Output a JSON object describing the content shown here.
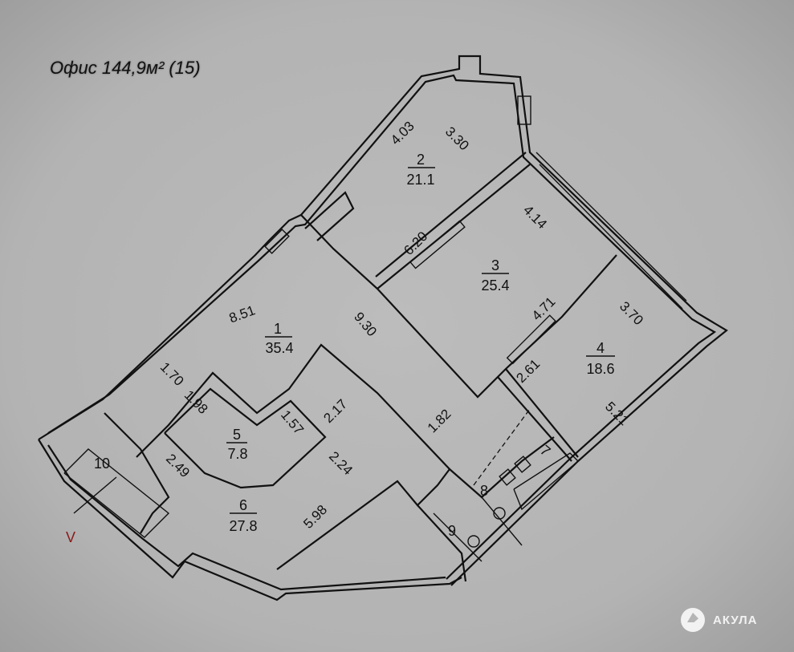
{
  "title": "Офис 144,9м² (15)",
  "brand": "АКУЛА",
  "entrance_mark": "V",
  "rooms": [
    {
      "number": "1",
      "area": "35.4"
    },
    {
      "number": "2",
      "area": "21.1"
    },
    {
      "number": "3",
      "area": "25.4"
    },
    {
      "number": "4",
      "area": "18.6"
    },
    {
      "number": "5",
      "area": "7.8"
    },
    {
      "number": "6",
      "area": "27.8"
    },
    {
      "number": "7",
      "area": ""
    },
    {
      "number": "8",
      "area": ""
    },
    {
      "number": "9",
      "area": ""
    },
    {
      "number": "10",
      "area": ""
    }
  ],
  "dimensions": [
    "4.03",
    "3.30",
    "6.20",
    "4.14",
    "4.71",
    "3.70",
    "2.61",
    "5.21",
    "8.51",
    "9.30",
    "1.70",
    "1.98",
    "1.57",
    "2.17",
    "1.82",
    "2.49",
    "2.24",
    "5.98"
  ]
}
